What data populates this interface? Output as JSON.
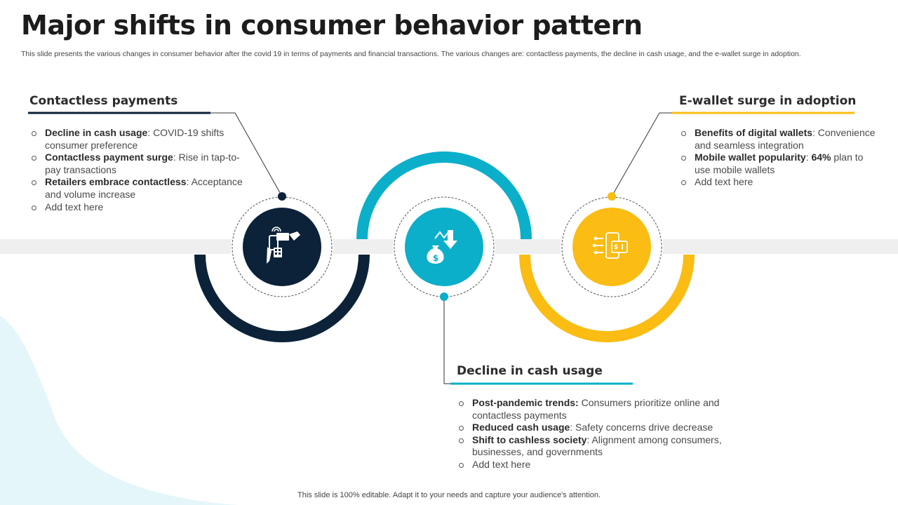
{
  "title": "Major shifts in consumer behavior pattern",
  "subtitle": "This slide presents the various changes in consumer behavior after the covid 19 in terms of payments and financial transactions. The various changes are: contactless payments, the decline in cash usage, and the e-wallet surge in adoption.",
  "footer": "This slide is 100% editable. Adapt it to your needs and capture your audience's attention.",
  "colors": {
    "navy": "#0b2239",
    "teal": "#0bafc9",
    "yellow": "#fbbc13",
    "band": "#efefef",
    "wash": "#e4f6fa"
  },
  "sections": {
    "contactless": {
      "heading": "Contactless payments",
      "icon": "contactless-payment-icon",
      "items": [
        {
          "bold": "Decline in cash usage",
          "text": ": COVID-19 shifts consumer preference"
        },
        {
          "bold": "Contactless payment surge",
          "text": ": Rise in tap-to-pay transactions"
        },
        {
          "bold": "Retailers embrace contactless",
          "text": ": Acceptance and volume increase"
        },
        {
          "bold": "",
          "text": "Add text here"
        }
      ]
    },
    "cash": {
      "heading": "Decline in cash usage",
      "icon": "money-bag-decline-icon",
      "items": [
        {
          "bold": "Post-pandemic trends:",
          "text": " Consumers prioritize online and contactless payments"
        },
        {
          "bold": "Reduced cash usage",
          "text": ": Safety concerns drive decrease"
        },
        {
          "bold": "Shift to cashless society",
          "text": ": Alignment among consumers, businesses, and governments"
        },
        {
          "bold": "",
          "text": "Add text here"
        }
      ]
    },
    "ewallet": {
      "heading": "E-wallet surge in adoption",
      "icon": "mobile-wallet-icon",
      "items": [
        {
          "bold": "Benefits of digital wallets",
          "text": ": Convenience and seamless integration"
        },
        {
          "bold": "Mobile wallet popularity",
          "bold2": "64%",
          "text": ": ",
          "text2": " plan to use mobile wallets"
        },
        {
          "bold": "",
          "text": "Add text here"
        }
      ]
    }
  }
}
